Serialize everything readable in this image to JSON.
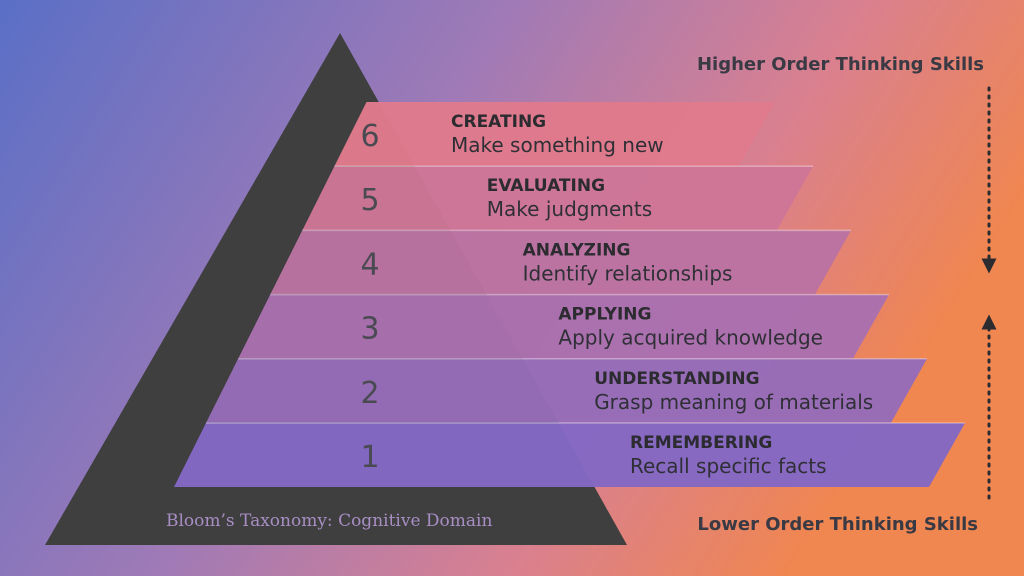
{
  "caption": "Bloom’s Taxonomy: Cognitive Domain",
  "higher_label": "Higher Order Thinking Skills",
  "lower_label": "Lower Order Thinking Skills",
  "levels": [
    {
      "number": "6",
      "title": "CREATING",
      "description": "Make something new"
    },
    {
      "number": "5",
      "title": "EVALUATING",
      "description": "Make judgments"
    },
    {
      "number": "4",
      "title": "ANALYZING",
      "description": "Identify relationships"
    },
    {
      "number": "3",
      "title": "APPLYING",
      "description": "Apply acquired knowledge"
    },
    {
      "number": "2",
      "title": "UNDERSTANDING",
      "description": "Grasp meaning of materials"
    },
    {
      "number": "1",
      "title": "REMEMBERING",
      "description": "Recall specific facts"
    }
  ],
  "colors": {
    "background_left": "#5a6ec4",
    "background_right": "#ec8654",
    "pyramid_frame": "#3f3f3f",
    "band_top": "#e07a8c",
    "band_bottom": "#8468c4",
    "text_dark": "#2b2b30"
  }
}
